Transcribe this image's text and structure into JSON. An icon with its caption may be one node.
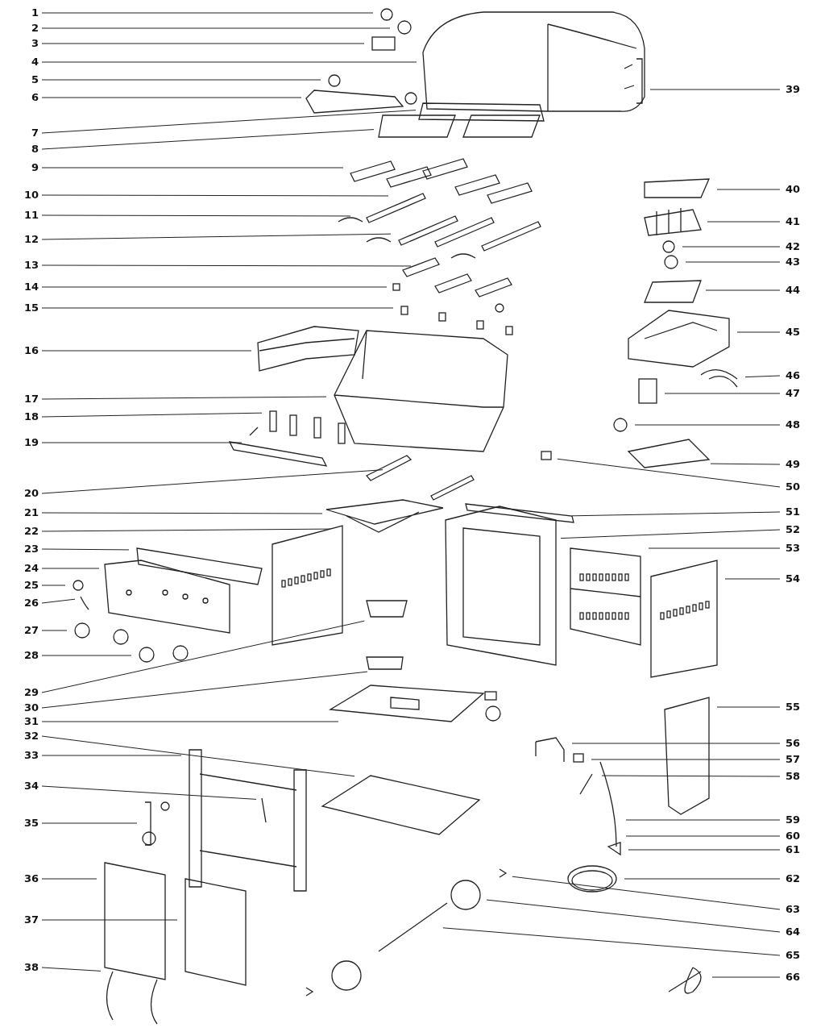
{
  "diagram": {
    "nodes": [
      {
        "text": [
          "1"
        ]
      },
      {
        "text": [
          "2"
        ]
      },
      {
        "text": [
          "3"
        ]
      },
      {
        "text": [
          "4"
        ]
      },
      {
        "text": [
          "5"
        ]
      },
      {
        "text": [
          "6"
        ]
      },
      {
        "text": [
          "7"
        ]
      },
      {
        "text": [
          "8"
        ]
      },
      {
        "text": [
          "9"
        ]
      },
      {
        "text": [
          "10"
        ]
      },
      {
        "text": [
          "11"
        ]
      },
      {
        "text": [
          "12"
        ]
      },
      {
        "text": [
          "13"
        ]
      },
      {
        "text": [
          "14"
        ]
      },
      {
        "text": [
          "15"
        ]
      },
      {
        "text": [
          "16"
        ]
      },
      {
        "text": [
          "17"
        ]
      },
      {
        "text": [
          "18"
        ]
      },
      {
        "text": [
          "19"
        ]
      },
      {
        "text": [
          "20"
        ]
      },
      {
        "text": [
          "21"
        ]
      },
      {
        "text": [
          "22"
        ]
      },
      {
        "text": [
          "23"
        ]
      },
      {
        "text": [
          "24"
        ]
      },
      {
        "text": [
          "25"
        ]
      },
      {
        "text": [
          "26"
        ]
      },
      {
        "text": [
          "27"
        ]
      },
      {
        "text": [
          "28"
        ]
      },
      {
        "text": [
          "29"
        ]
      },
      {
        "text": [
          "30"
        ]
      },
      {
        "text": [
          "31"
        ]
      },
      {
        "text": [
          "32"
        ]
      },
      {
        "text": [
          "33"
        ]
      },
      {
        "text": [
          "34"
        ]
      },
      {
        "text": [
          "35"
        ]
      },
      {
        "text": [
          "36"
        ]
      },
      {
        "text": [
          "37"
        ]
      },
      {
        "text": [
          "38"
        ]
      },
      {
        "text": [
          "39"
        ]
      },
      {
        "text": [
          "40"
        ]
      },
      {
        "text": [
          "41"
        ]
      },
      {
        "text": [
          "42"
        ]
      },
      {
        "text": [
          "43"
        ]
      },
      {
        "text": [
          "44"
        ]
      },
      {
        "text": [
          "45"
        ]
      },
      {
        "text": [
          "46"
        ]
      },
      {
        "text": [
          "47"
        ]
      },
      {
        "text": [
          "48"
        ]
      },
      {
        "text": [
          "49"
        ]
      },
      {
        "text": [
          "50"
        ]
      },
      {
        "text": [
          "51"
        ]
      },
      {
        "text": [
          "52"
        ]
      },
      {
        "text": [
          "53"
        ]
      },
      {
        "text": [
          "54"
        ]
      },
      {
        "text": [
          "55"
        ]
      },
      {
        "text": [
          "56"
        ]
      },
      {
        "text": [
          "57"
        ]
      },
      {
        "text": [
          "58"
        ]
      },
      {
        "text": [
          "59"
        ]
      },
      {
        "text": [
          "60"
        ]
      },
      {
        "text": [
          "61"
        ]
      },
      {
        "text": [
          "62"
        ]
      },
      {
        "text": [
          "63"
        ]
      },
      {
        "text": [
          "64"
        ]
      },
      {
        "text": [
          "65"
        ]
      },
      {
        "text": [
          "66"
        ]
      }
    ],
    "edges": [
      {
        "from": 0,
        "to": null,
        "arrow": "none"
      },
      {
        "from": 1,
        "to": null,
        "arrow": "none"
      },
      {
        "from": 2,
        "to": null,
        "arrow": "none"
      },
      {
        "from": 3,
        "to": null,
        "arrow": "none"
      },
      {
        "from": 4,
        "to": null,
        "arrow": "none"
      },
      {
        "from": 5,
        "to": null,
        "arrow": "none"
      },
      {
        "from": 6,
        "to": null,
        "arrow": "none"
      },
      {
        "from": 7,
        "to": null,
        "arrow": "none"
      },
      {
        "from": 8,
        "to": null,
        "arrow": "none"
      },
      {
        "from": 9,
        "to": null,
        "arrow": "none"
      },
      {
        "from": 10,
        "to": null,
        "arrow": "none"
      },
      {
        "from": 11,
        "to": null,
        "arrow": "none"
      },
      {
        "from": 12,
        "to": null,
        "arrow": "none"
      },
      {
        "from": 13,
        "to": null,
        "arrow": "none"
      },
      {
        "from": 14,
        "to": null,
        "arrow": "none"
      },
      {
        "from": 15,
        "to": null,
        "arrow": "none"
      },
      {
        "from": 16,
        "to": null,
        "arrow": "none"
      },
      {
        "from": 17,
        "to": null,
        "arrow": "none"
      },
      {
        "from": 18,
        "to": null,
        "arrow": "none"
      },
      {
        "from": 19,
        "to": null,
        "arrow": "none"
      },
      {
        "from": 20,
        "to": null,
        "arrow": "none"
      },
      {
        "from": 21,
        "to": null,
        "arrow": "none"
      },
      {
        "from": 22,
        "to": null,
        "arrow": "none"
      },
      {
        "from": 23,
        "to": null,
        "arrow": "none"
      },
      {
        "from": 24,
        "to": null,
        "arrow": "none"
      },
      {
        "from": 25,
        "to": null,
        "arrow": "none"
      },
      {
        "from": 26,
        "to": null,
        "arrow": "none"
      },
      {
        "from": 27,
        "to": null,
        "arrow": "none"
      },
      {
        "from": 28,
        "to": null,
        "arrow": "none"
      },
      {
        "from": 29,
        "to": null,
        "arrow": "none"
      },
      {
        "from": 30,
        "to": null,
        "arrow": "none"
      },
      {
        "from": 31,
        "to": null,
        "arrow": "none"
      },
      {
        "from": 32,
        "to": null,
        "arrow": "none"
      },
      {
        "from": 33,
        "to": null,
        "arrow": "none"
      },
      {
        "from": 34,
        "to": null,
        "arrow": "none"
      },
      {
        "from": 35,
        "to": null,
        "arrow": "none"
      },
      {
        "from": 36,
        "to": null,
        "arrow": "none"
      },
      {
        "from": 37,
        "to": null,
        "arrow": "none"
      },
      {
        "from": 38,
        "to": null,
        "arrow": "none"
      },
      {
        "from": 39,
        "to": null,
        "arrow": "none"
      },
      {
        "from": 40,
        "to": null,
        "arrow": "none"
      },
      {
        "from": 41,
        "to": null,
        "arrow": "none"
      },
      {
        "from": 42,
        "to": null,
        "arrow": "none"
      },
      {
        "from": 43,
        "to": null,
        "arrow": "none"
      },
      {
        "from": 44,
        "to": null,
        "arrow": "none"
      },
      {
        "from": 45,
        "to": null,
        "arrow": "none"
      },
      {
        "from": 46,
        "to": null,
        "arrow": "none"
      },
      {
        "from": 47,
        "to": null,
        "arrow": "none"
      },
      {
        "from": 48,
        "to": null,
        "arrow": "none"
      },
      {
        "from": 49,
        "to": null,
        "arrow": "none"
      },
      {
        "from": 50,
        "to": null,
        "arrow": "none"
      },
      {
        "from": 51,
        "to": null,
        "arrow": "none"
      },
      {
        "from": 52,
        "to": null,
        "arrow": "none"
      },
      {
        "from": 53,
        "to": null,
        "arrow": "none"
      },
      {
        "from": 54,
        "to": null,
        "arrow": "none"
      },
      {
        "from": 55,
        "to": null,
        "arrow": "none"
      },
      {
        "from": 56,
        "to": null,
        "arrow": "none"
      },
      {
        "from": 57,
        "to": null,
        "arrow": "none"
      },
      {
        "from": 58,
        "to": null,
        "arrow": "none"
      },
      {
        "from": 59,
        "to": null,
        "arrow": "none"
      },
      {
        "from": 60,
        "to": null,
        "arrow": "none"
      },
      {
        "from": 61,
        "to": null,
        "arrow": "none"
      },
      {
        "from": 62,
        "to": null,
        "arrow": "none"
      },
      {
        "from": 63,
        "to": null,
        "arrow": "none"
      },
      {
        "from": 64,
        "to": null,
        "arrow": "none"
      },
      {
        "from": 65,
        "to": null,
        "arrow": "none"
      }
    ]
  }
}
